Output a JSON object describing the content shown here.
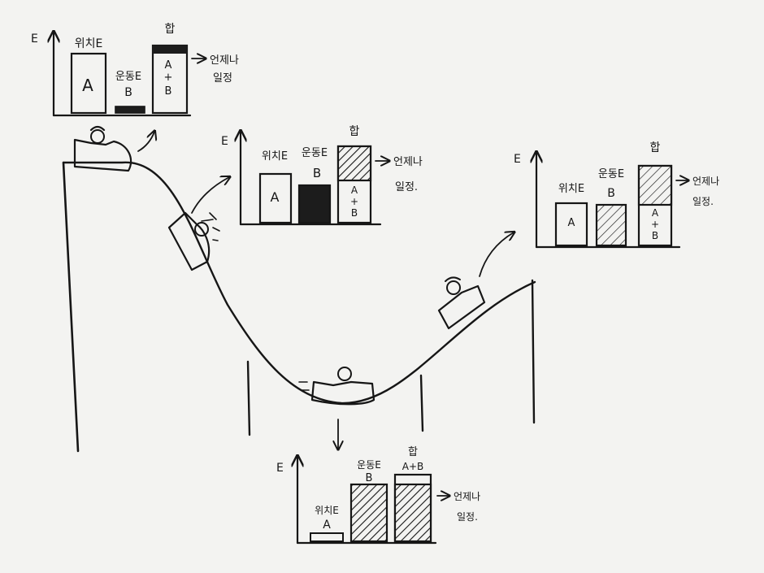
{
  "colors": {
    "ink": "#161616",
    "paper": "#f3f3f1",
    "dark_fill": "#1c1c1c"
  },
  "axis_label": "E",
  "always_text": [
    "언제나",
    "일정"
  ],
  "always_text_alt": [
    "언제나",
    "일정."
  ],
  "panels": [
    {
      "id": "top",
      "potential_label": "위치E",
      "potential_letter": "A",
      "kinetic_label": "운동E",
      "kinetic_letter": "B",
      "sum_label": "합",
      "sum_text": [
        "A",
        "+",
        "B"
      ],
      "potential_level": 1.0,
      "kinetic_level": 0.1
    },
    {
      "id": "descending",
      "potential_label": "위치E",
      "potential_letter": "A",
      "kinetic_label": "운동E",
      "kinetic_letter": "B",
      "sum_label": "합",
      "sum_text": [
        "A",
        "+",
        "B"
      ],
      "potential_level": 0.55,
      "kinetic_level": 0.45
    },
    {
      "id": "ascending",
      "potential_label": "위치E",
      "potential_letter": "A",
      "kinetic_label": "운동E",
      "kinetic_letter": "B",
      "sum_label": "합",
      "sum_text": [
        "A",
        "+",
        "B"
      ],
      "potential_level": 0.5,
      "kinetic_level": 0.5
    },
    {
      "id": "bottom",
      "potential_label": "위치E",
      "potential_letter": "A",
      "kinetic_label": "운동E",
      "kinetic_letter": "B",
      "sum_label": "합",
      "sum_text": [
        "A+B"
      ],
      "potential_level": 0.1,
      "kinetic_level": 0.9
    }
  ]
}
